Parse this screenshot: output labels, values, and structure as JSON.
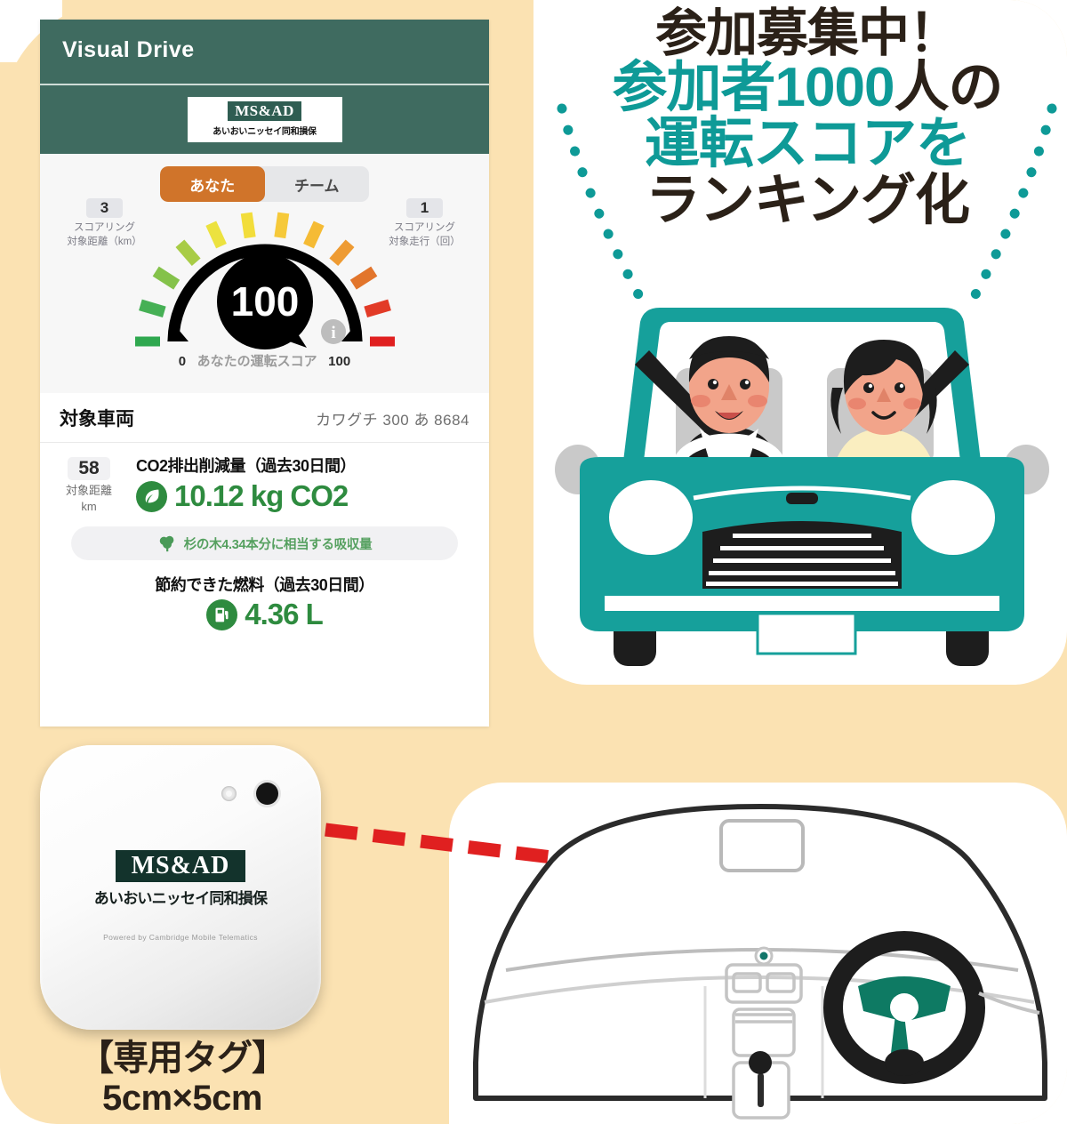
{
  "colors": {
    "cream_bg": "#fbe2b2",
    "teal": "#0e9a97",
    "dark_text": "#2b2118",
    "app_header_green": "#3f6b60",
    "accent_orange": "#d0742a",
    "eco_green": "#2e8b3f",
    "arrow_red": "#e02020",
    "car_teal": "#16a09b"
  },
  "app": {
    "title": "Visual Drive",
    "logo": {
      "mark": "MS&AD",
      "sub": "あいおいニッセイ同和損保"
    },
    "tabs": [
      {
        "label": "あなた",
        "active": true
      },
      {
        "label": "チーム",
        "active": false
      }
    ],
    "stats": {
      "left": {
        "value": "3",
        "label_line1": "スコアリング",
        "label_line2": "対象距離（km）"
      },
      "right": {
        "value": "1",
        "label_line1": "スコアリング",
        "label_line2": "対象走行（回）"
      }
    },
    "gauge": {
      "score": "100",
      "min_label": "0",
      "max_label": "100",
      "caption": "あなたの運転スコア",
      "info_icon": "info-icon"
    },
    "vehicle": {
      "label": "対象車両",
      "plate": "カワグチ 300 あ 8684"
    },
    "eco": {
      "distance_value": "58",
      "distance_label_line1": "対象距離",
      "distance_label_line2": "km",
      "co2_heading": "CO2排出削減量（過去30日間）",
      "co2_value": "10.12 kg CO2",
      "tree_note": "杉の木4.34本分に相当する吸収量",
      "fuel_heading": "節約できた燃料（過去30日間）",
      "fuel_value": "4.36 L"
    }
  },
  "headline": {
    "line1": "参加募集中！",
    "line2_a": "参加者1000",
    "line2_b": "人の",
    "line3": "運転スコアを",
    "line4": "ランキング化"
  },
  "tag": {
    "logo_mark": "MS&AD",
    "logo_sub": "あいおいニッセイ同和損保",
    "powered_by": "Powered by Cambridge Mobile Telematics",
    "caption_line1": "【専用タグ】",
    "caption_line2": "5cm×5cm"
  },
  "chart_data": {
    "type": "gauge",
    "title": "あなたの運転スコア",
    "value": 100,
    "range": [
      0,
      100
    ],
    "tick_count": 12,
    "tick_colors": [
      "#2fa84f",
      "#46b055",
      "#84c24a",
      "#a8cc46",
      "#ece23f",
      "#f2dd3b",
      "#f6c93a",
      "#f5bb35",
      "#ee9b33",
      "#e2752c",
      "#e23b27",
      "#e02020"
    ],
    "labels": {
      "min": "0",
      "max": "100"
    }
  }
}
